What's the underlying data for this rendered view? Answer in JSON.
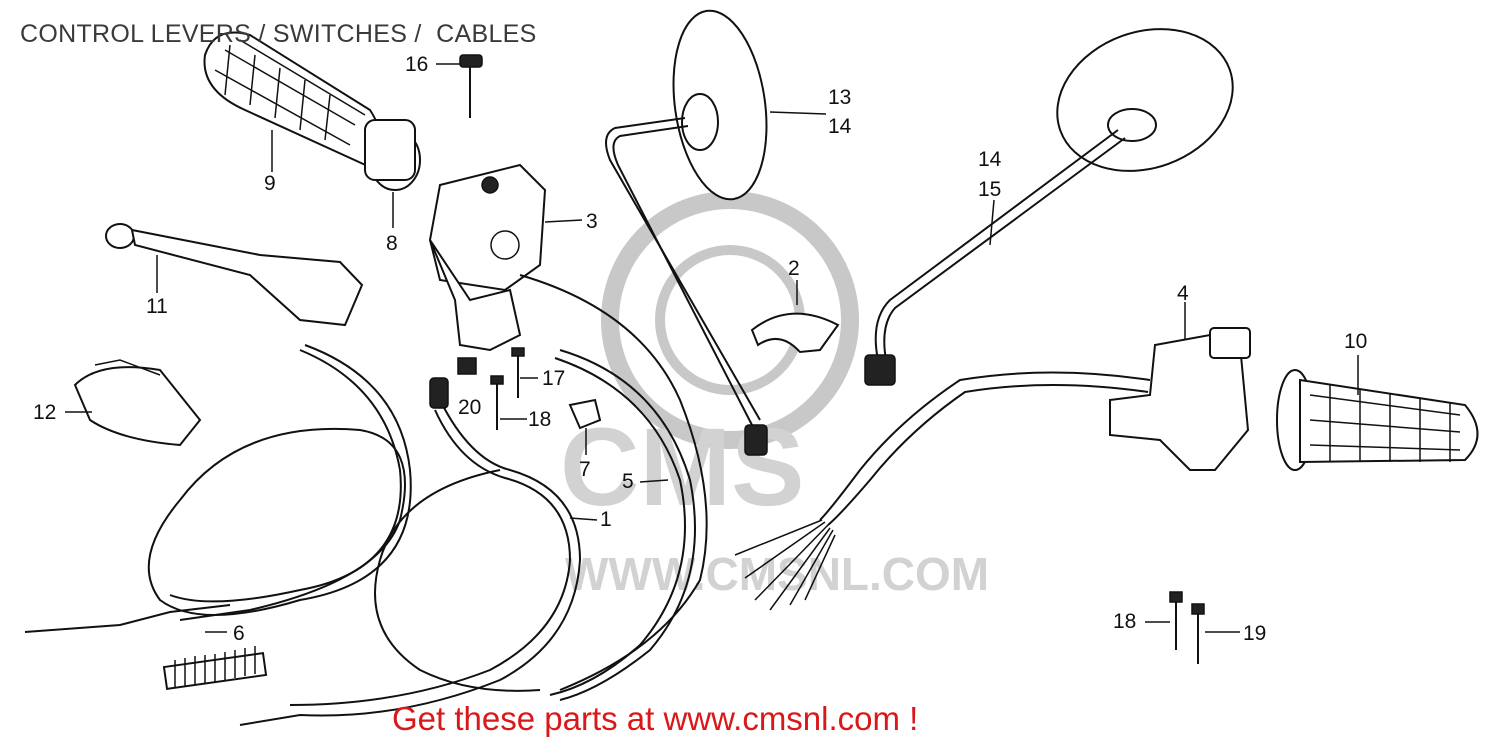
{
  "title": "CONTROL LEVERS / SWITCHES /  CABLES",
  "banner": "Get these parts at www.cmsnl.com !",
  "watermark": {
    "brand": "CMS",
    "url": "WWW.CMSNL.COM"
  },
  "callouts": [
    {
      "id": "c16",
      "text": "16"
    },
    {
      "id": "c9",
      "text": "9"
    },
    {
      "id": "c8",
      "text": "8"
    },
    {
      "id": "c3",
      "text": "3"
    },
    {
      "id": "c11",
      "text": "11"
    },
    {
      "id": "c12",
      "text": "12"
    },
    {
      "id": "c20",
      "text": "20"
    },
    {
      "id": "c17",
      "text": "17"
    },
    {
      "id": "c18a",
      "text": "18"
    },
    {
      "id": "c7",
      "text": "7"
    },
    {
      "id": "c5",
      "text": "5"
    },
    {
      "id": "c1",
      "text": "1"
    },
    {
      "id": "c6",
      "text": "6"
    },
    {
      "id": "c13",
      "text": "13"
    },
    {
      "id": "c14a",
      "text": "14"
    },
    {
      "id": "c14b",
      "text": "14"
    },
    {
      "id": "c15",
      "text": "15"
    },
    {
      "id": "c2",
      "text": "2"
    },
    {
      "id": "c4",
      "text": "4"
    },
    {
      "id": "c10",
      "text": "10"
    },
    {
      "id": "c18b",
      "text": "18"
    },
    {
      "id": "c19",
      "text": "19"
    }
  ],
  "colors": {
    "ink": "#111111",
    "banner": "#d9181a",
    "watermark": "#d2d2d2",
    "title": "#3a3a3a"
  }
}
